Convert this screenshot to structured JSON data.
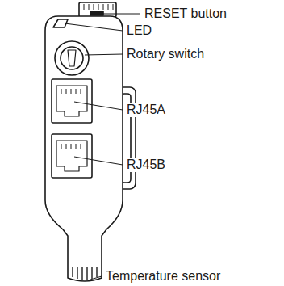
{
  "diagram": {
    "labels": [
      "RESET button",
      "LED",
      "Rotary switch",
      "RJ45A",
      "RJ45B",
      "Temperature sensor"
    ]
  }
}
